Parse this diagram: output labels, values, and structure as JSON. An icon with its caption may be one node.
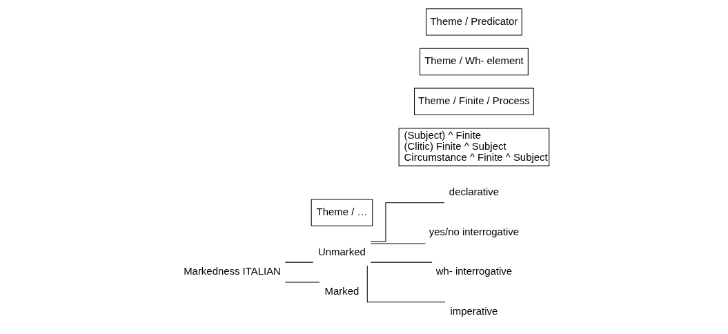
{
  "diagram": {
    "nodes": [
      {
        "text": [
          "Markedness ITALIAN"
        ]
      },
      {
        "text": [
          "Unmarked"
        ]
      },
      {
        "text": [
          "Marked"
        ]
      },
      {
        "text": [
          "Theme / …"
        ]
      },
      {
        "text": [
          "declarative"
        ]
      },
      {
        "text": [
          "(Subject) ^ Finite",
          "(Clitic) Finite ^ Subject",
          "Circumstance ^ Finite ^ Subject"
        ]
      },
      {
        "text": [
          "yes/no interrogative"
        ]
      },
      {
        "text": [
          "Theme / Finite / Process"
        ]
      },
      {
        "text": [
          "wh- interrogative"
        ]
      },
      {
        "text": [
          "Theme / Wh- element"
        ]
      },
      {
        "text": [
          "imperative"
        ]
      },
      {
        "text": [
          "Theme / Predicator"
        ]
      }
    ],
    "edges": [
      {
        "from": 0,
        "to": 1,
        "arrow": "none"
      },
      {
        "from": 0,
        "to": 2,
        "arrow": "none"
      },
      {
        "from": 1,
        "to": 4,
        "arrow": "none"
      },
      {
        "from": 1,
        "to": 6,
        "arrow": "none"
      },
      {
        "from": 1,
        "to": 8,
        "arrow": "none"
      },
      {
        "from": 1,
        "to": 10,
        "arrow": "none"
      }
    ]
  }
}
